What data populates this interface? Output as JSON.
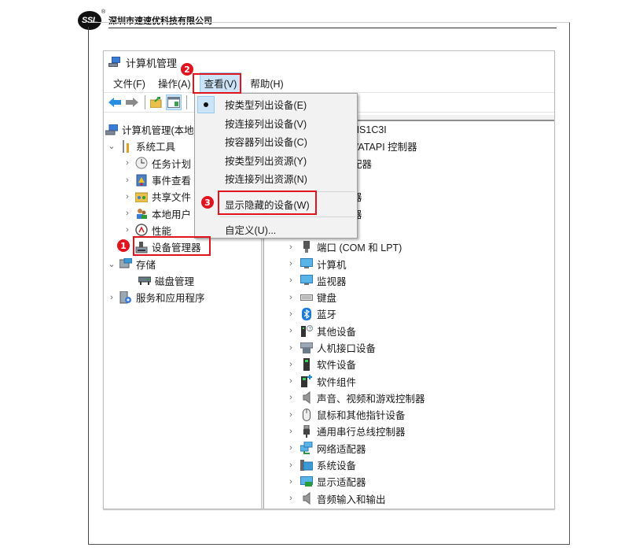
{
  "brand": {
    "logo_text": "SSL",
    "registered_mark": "®",
    "company_name": "深圳市速速优科技有限公司"
  },
  "window": {
    "title": "计算机管理",
    "icon": "computer-management-icon"
  },
  "menubar": {
    "items": [
      {
        "label": "文件(F)"
      },
      {
        "label": "操作(A)"
      },
      {
        "label": "查看(V)",
        "active": true
      },
      {
        "label": "帮助(H)"
      }
    ]
  },
  "toolbar": {
    "buttons": [
      {
        "icon": "back-arrow-icon"
      },
      {
        "icon": "forward-arrow-icon"
      },
      {
        "icon": "up-folder-icon"
      },
      {
        "icon": "show-hide-console-tree-icon",
        "pressed": true
      }
    ]
  },
  "view_menu": {
    "items": [
      {
        "label": "按类型列出设备(E)",
        "checked": true
      },
      {
        "label": "按连接列出设备(V)"
      },
      {
        "label": "按容器列出设备(C)"
      },
      {
        "label": "按类型列出资源(Y)"
      },
      {
        "label": "按连接列出资源(N)"
      },
      {
        "label": "显示隐藏的设备(W)",
        "highlighted": true
      },
      {
        "label": "自定义(U)..."
      }
    ]
  },
  "tree": {
    "root": "计算机管理(本地",
    "items": [
      {
        "label": "系统工具",
        "level": 1,
        "expanded": true,
        "icon": "system-tools-icon"
      },
      {
        "label": "任务计划",
        "level": 2,
        "icon": "task-scheduler-icon"
      },
      {
        "label": "事件查看",
        "level": 2,
        "icon": "event-viewer-icon"
      },
      {
        "label": "共享文件",
        "level": 2,
        "icon": "shared-folders-icon"
      },
      {
        "label": "本地用户",
        "level": 2,
        "icon": "local-users-icon"
      },
      {
        "label": "性能",
        "level": 2,
        "icon": "performance-icon"
      },
      {
        "label": "设备管理器",
        "level": 2,
        "selected": true,
        "icon": "device-manager-icon"
      },
      {
        "label": "存储",
        "level": 1,
        "expanded": true,
        "icon": "storage-icon"
      },
      {
        "label": "磁盘管理",
        "level": 2,
        "icon": "disk-management-icon"
      },
      {
        "label": "服务和应用程序",
        "level": 1,
        "icon": "services-icon"
      }
    ]
  },
  "devices": {
    "partial_rows": [
      {
        "text": "NS1C3I"
      },
      {
        "text": "VATAPI 控制器"
      },
      {
        "text": "配器"
      },
      {
        "text": "器"
      },
      {
        "text": "器"
      }
    ],
    "items": [
      {
        "label": "端口 (COM 和 LPT)",
        "icon": "port-icon"
      },
      {
        "label": "计算机",
        "icon": "computer-icon"
      },
      {
        "label": "监视器",
        "icon": "monitor-icon"
      },
      {
        "label": "键盘",
        "icon": "keyboard-icon"
      },
      {
        "label": "蓝牙",
        "icon": "bluetooth-icon"
      },
      {
        "label": "其他设备",
        "icon": "other-devices-icon"
      },
      {
        "label": "人机接口设备",
        "icon": "hid-icon"
      },
      {
        "label": "软件设备",
        "icon": "software-device-icon"
      },
      {
        "label": "软件组件",
        "icon": "software-component-icon"
      },
      {
        "label": "声音、视频和游戏控制器",
        "icon": "speaker-icon"
      },
      {
        "label": "鼠标和其他指针设备",
        "icon": "mouse-icon"
      },
      {
        "label": "通用串行总线控制器",
        "icon": "usb-icon"
      },
      {
        "label": "网络适配器",
        "icon": "network-adapter-icon"
      },
      {
        "label": "系统设备",
        "icon": "system-devices-icon"
      },
      {
        "label": "显示适配器",
        "icon": "display-adapter-icon"
      },
      {
        "label": "音频输入和输出",
        "icon": "audio-io-icon"
      }
    ]
  },
  "annotations": {
    "step1": "1",
    "step2": "2",
    "step3": "3",
    "color": "#e0141e"
  }
}
